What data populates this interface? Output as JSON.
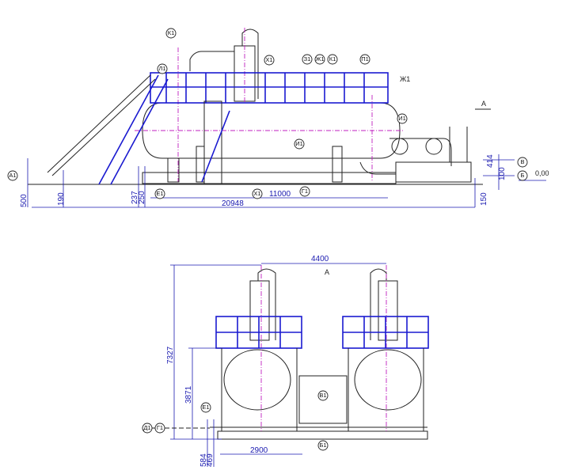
{
  "side_view": {
    "callouts": [
      "К1",
      "Х1",
      "З1",
      "Ж1",
      "К1",
      "П1",
      "Л1",
      "И1",
      "И1",
      "Е1",
      "Х1",
      "Г1",
      "А1"
    ],
    "top_right_callout": "Ж1",
    "section_mark": "А",
    "level_labels": [
      "В",
      "Б"
    ],
    "elevation": "0,00",
    "dimensions": {
      "left_height": "500",
      "left_offset": "190",
      "d237": "237",
      "d250": "250",
      "vessel_length": "11000",
      "overall_length": "20948",
      "right_low": "150",
      "right_mid": "100",
      "right_high": "414"
    }
  },
  "front_view": {
    "view_label": "А",
    "dimensions": {
      "column_spacing": "4400",
      "overall_height": "7327",
      "platform_height": "3871",
      "half_width": "2900",
      "d584": "584",
      "d469": "469"
    },
    "callouts": [
      "Д1",
      "Г1",
      "Е1",
      "В1",
      "Б1"
    ]
  }
}
